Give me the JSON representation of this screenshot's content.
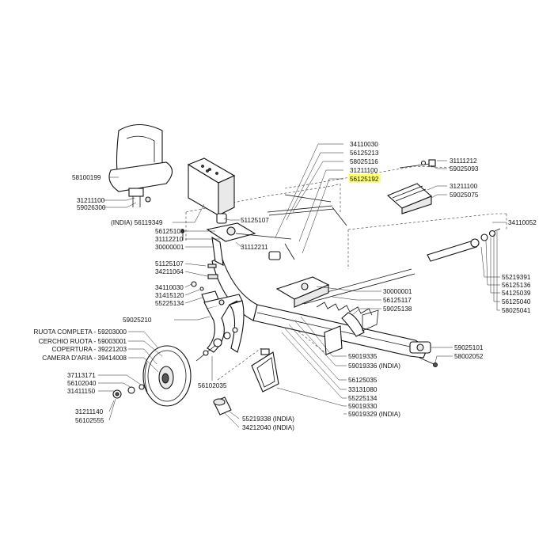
{
  "labels": {
    "seat": "58100199",
    "seat_bolt": "31211100",
    "seat_nut": "59026300",
    "india_bracket": "(INDIA) 56119349",
    "t1": "34110030",
    "t2": "56125213",
    "t3": "58025116",
    "t4": "31211100",
    "highlight": "56125192",
    "tr1": "31111212",
    "tr2": "59025093",
    "tr3": "31211100",
    "tr4": "59025075",
    "far_right": "34110052",
    "m1": "51125107",
    "m2": "56125108",
    "m3": "31112210",
    "m4": "30000001",
    "m5": "31112211",
    "l1": "51125107",
    "l2": "34211064",
    "l3": "34110030",
    "l4": "31415120",
    "l5": "55225134",
    "r1": "55219391",
    "r2": "56125136",
    "r3": "54125039",
    "r4": "56125040",
    "r5": "58025041",
    "c1": "30000001",
    "c2": "56125117",
    "c3": "59025138",
    "fork": "59025210",
    "wheel_complete": "RUOTA COMPLETA - 59203000",
    "wheel_rim": "CERCHIO RUOTA - 59003001",
    "wheel_tyre": "COPERTURA - 39221203",
    "wheel_tube": "CAMERA D'ARIA - 39414008",
    "wb1": "37113171",
    "wb2": "56102040",
    "wb3": "31411150",
    "wb4": "31211140",
    "wb5": "56102555",
    "axle": "56102035",
    "b1": "59019335",
    "b2": "59019336 (INDIA)",
    "b3": "56125035",
    "b4": "33131080",
    "b5": "55225134",
    "b6": "59019330",
    "b7": "59019329 (INDIA)",
    "br1": "59025101",
    "br2": "58002052",
    "g1": "55219338 (INDIA)",
    "g2": "34212040 (INDIA)"
  },
  "colors": {
    "highlight": "#ffff66",
    "ink": "#111111",
    "background": "#ffffff"
  }
}
